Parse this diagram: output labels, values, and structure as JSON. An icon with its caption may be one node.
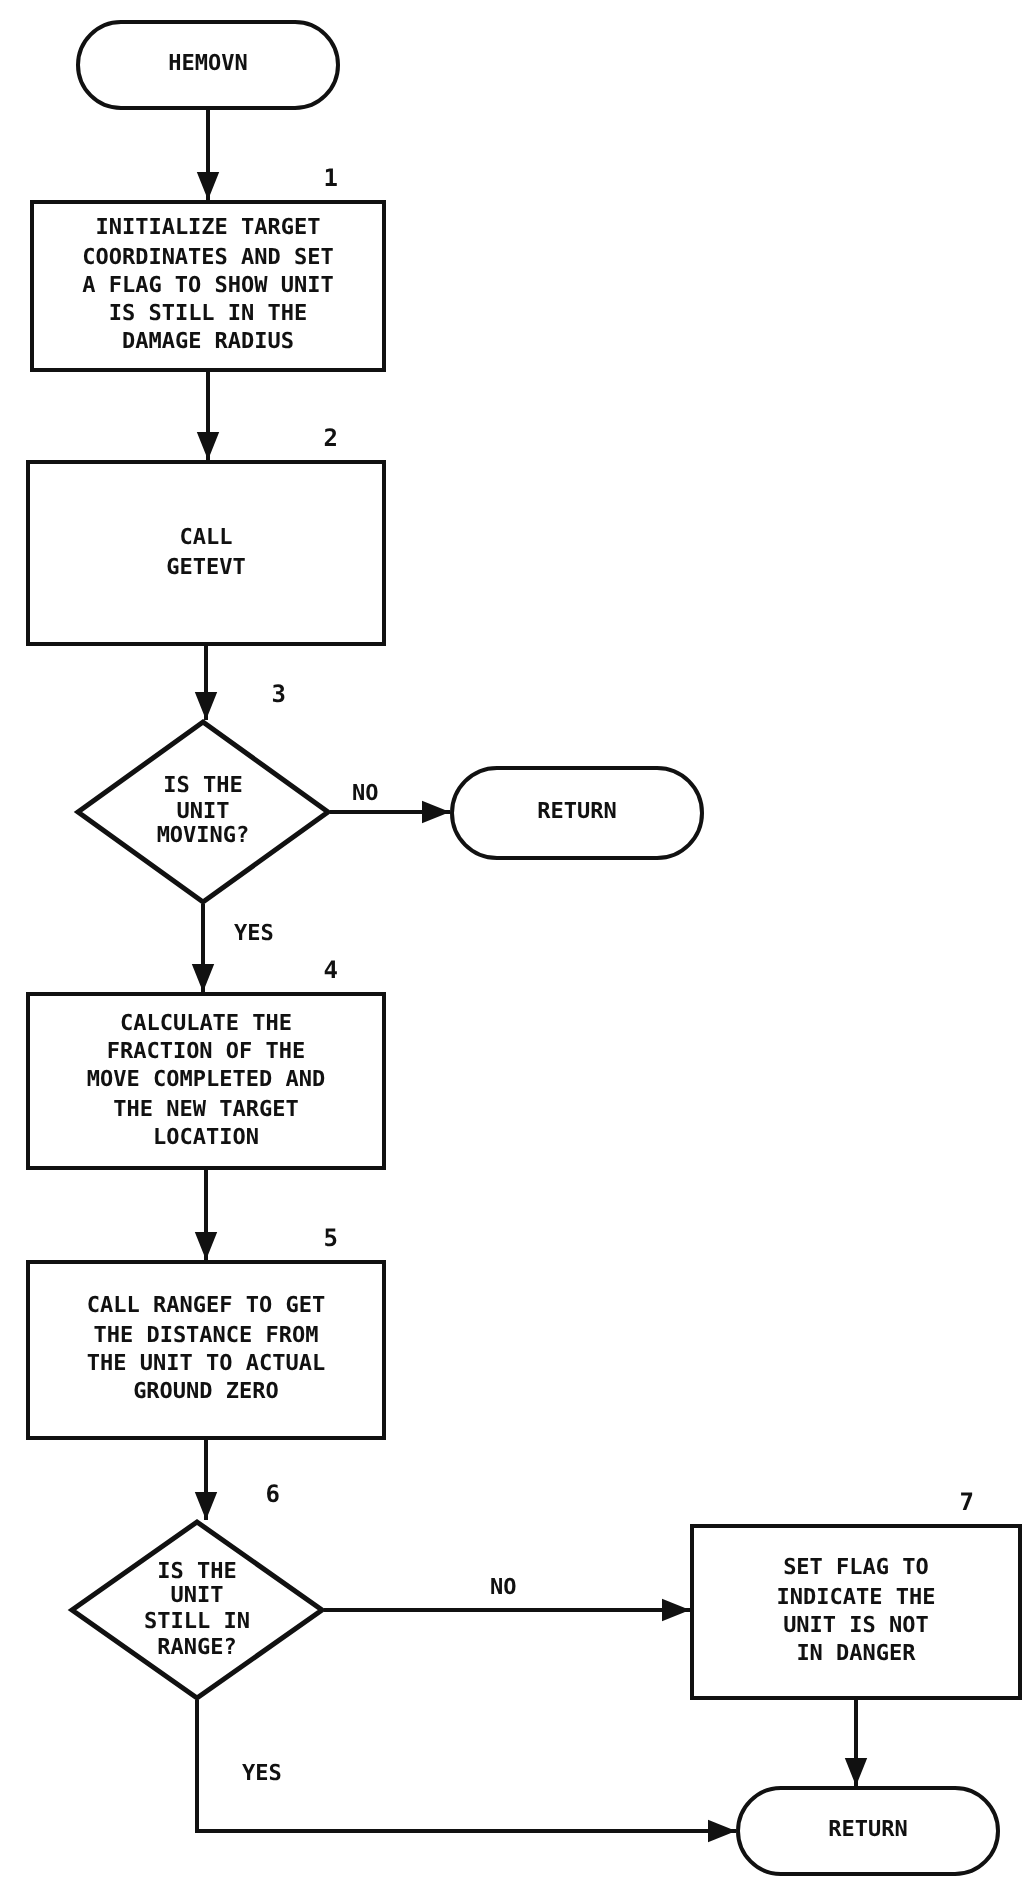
{
  "diagram": {
    "nodes": [
      {
        "text": [
          "HEMOVN"
        ]
      },
      {
        "text": [
          "INITIALIZE TARGET COORDINATES AND SET A FLAG TO SHOW UNIT IS STILL IN THE DAMAGE RADIUS"
        ],
        "beside": [
          "1"
        ]
      },
      {
        "text": [
          "CALL GETEVT"
        ],
        "beside": [
          "2"
        ]
      },
      {
        "text": [
          "IS THE UNIT MOVING?"
        ],
        "beside": [
          "3"
        ]
      },
      {
        "text": [
          "RETURN"
        ]
      },
      {
        "text": [
          "CALCULATE THE FRACTION OF THE MOVE COMPLETED AND THE NEW TARGET LOCATION"
        ],
        "beside": [
          "4"
        ]
      },
      {
        "text": [
          "CALL RANGEF TO GET THE DISTANCE FROM THE UNIT TO ACTUAL GROUND ZERO"
        ],
        "beside": [
          "5"
        ]
      },
      {
        "text": [
          "IS THE UNIT STILL IN RANGE?"
        ],
        "beside": [
          "6"
        ]
      },
      {
        "text": [
          "SET FLAG TO INDICATE THE UNIT IS NOT IN DANGER"
        ],
        "beside": [
          "7"
        ]
      },
      {
        "text": [
          "RETURN"
        ]
      }
    ],
    "edges": [
      {
        "from": 0,
        "to": 1,
        "arrow": "to"
      },
      {
        "from": 1,
        "to": 2,
        "arrow": "to"
      },
      {
        "from": 2,
        "to": 3,
        "arrow": "to"
      },
      {
        "from": 3,
        "to": 4,
        "arrow": "to",
        "label": "NO"
      },
      {
        "from": 3,
        "to": 5,
        "arrow": "to",
        "label": "YES"
      },
      {
        "from": 5,
        "to": 6,
        "arrow": "to"
      },
      {
        "from": 6,
        "to": 7,
        "arrow": "to"
      },
      {
        "from": 7,
        "to": 8,
        "arrow": "to",
        "label": "NO"
      },
      {
        "from": 7,
        "to": 9,
        "arrow": "to",
        "label": "YES"
      },
      {
        "from": 8,
        "to": 9,
        "arrow": "to"
      }
    ]
  }
}
